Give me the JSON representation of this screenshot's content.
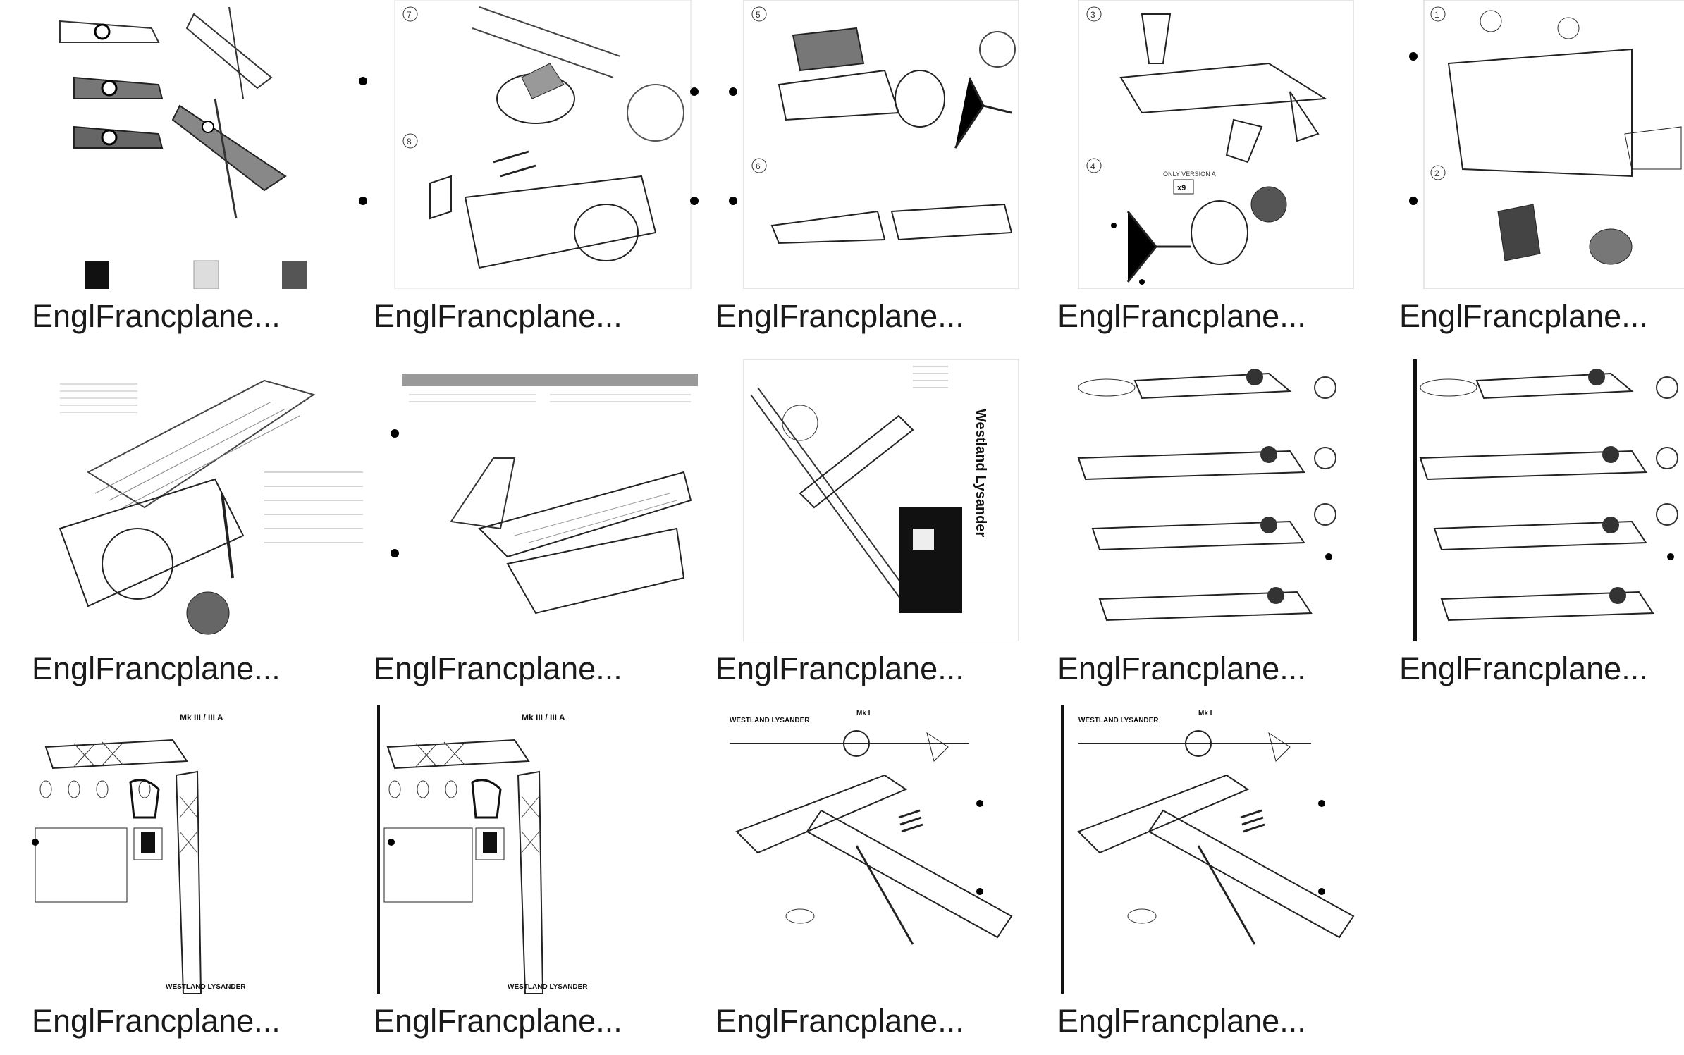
{
  "files": [
    {
      "name": "EnglFrancplane...",
      "kind": "color-scheme"
    },
    {
      "name": "EnglFrancplane...",
      "kind": "assembly-7-8"
    },
    {
      "name": "EnglFrancplane...",
      "kind": "assembly-5-6"
    },
    {
      "name": "EnglFrancplane...",
      "kind": "assembly-3-4"
    },
    {
      "name": "EnglFrancplane...",
      "kind": "assembly-1-2"
    },
    {
      "name": "EnglFrancplane...",
      "kind": "cutaway-left"
    },
    {
      "name": "EnglFrancplane...",
      "kind": "cutaway-right"
    },
    {
      "name": "EnglFrancplane...",
      "kind": "cutaway-spread"
    },
    {
      "name": "EnglFrancplane...",
      "kind": "plan-sides"
    },
    {
      "name": "EnglFrancplane...",
      "kind": "plan-sides"
    },
    {
      "name": "EnglFrancplane...",
      "kind": "plan-details"
    },
    {
      "name": "EnglFrancplane...",
      "kind": "plan-details"
    },
    {
      "name": "EnglFrancplane...",
      "kind": "plan-topview"
    },
    {
      "name": "EnglFrancplane...",
      "kind": "plan-topview"
    }
  ],
  "thumb_text": {
    "step7": "7",
    "step8": "8",
    "step5": "5",
    "step6": "6",
    "step3": "3",
    "step4": "4",
    "step1": "1",
    "step2": "2",
    "only_version": "ONLY VERSION A",
    "x9": "x9",
    "westland": "Westland Lysander",
    "mk3": "Mk III / III A",
    "westland_lysander": "WESTLAND LYSANDER",
    "mk1": "Mk I"
  }
}
